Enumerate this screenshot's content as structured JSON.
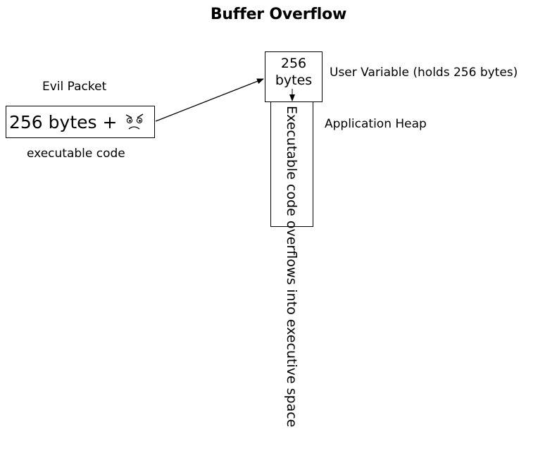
{
  "title": "Buffer Overflow",
  "evil_packet": {
    "label": "Evil Packet",
    "box_text": "256 bytes +",
    "caption": "executable code",
    "face_icon": "evil-face-icon"
  },
  "user_variable": {
    "box_line1": "256",
    "box_line2": "bytes",
    "label": "User Variable (holds 256 bytes)"
  },
  "heap": {
    "label": "Application Heap",
    "vertical_text": "Executable code overflows into executive space"
  }
}
